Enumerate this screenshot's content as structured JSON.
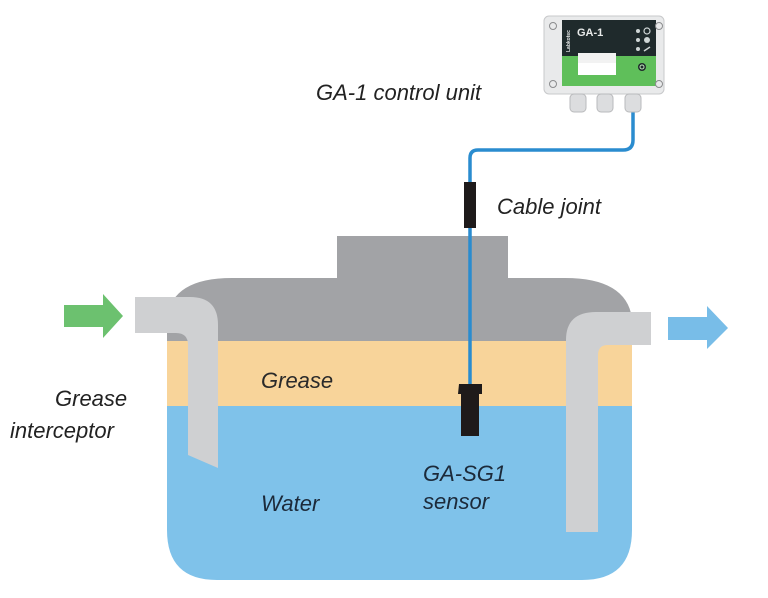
{
  "diagram": {
    "title": "Grease interceptor monitoring with GA-1",
    "colors": {
      "tank_top": "#a2a3a6",
      "grease": "#f8d49a",
      "water": "#7fc2ea",
      "pipe": "#cfd0d2",
      "inflow_arrow": "#6cc16f",
      "outflow_arrow": "#78bde8",
      "cable": "#2a8ccf",
      "sensor": "#1e1a1a",
      "unit_body": "#e9eaeb",
      "unit_panel_dark": "#1f2a2c",
      "unit_panel_green": "#5fbf5a"
    },
    "labels": {
      "control_unit": "GA-1 control unit",
      "cable_joint": "Cable joint",
      "grease_interceptor_line1": "Grease",
      "grease_interceptor_line2": "interceptor",
      "grease_layer": "Grease",
      "water_layer": "Water",
      "sensor_line1": "GA-SG1",
      "sensor_line2": "sensor"
    },
    "control_unit_panel": {
      "model": "GA-1",
      "brand": "Labkotec"
    }
  }
}
